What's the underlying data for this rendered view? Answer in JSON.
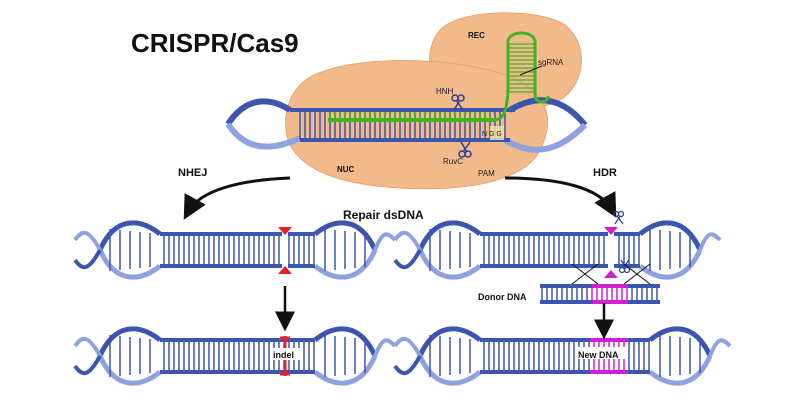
{
  "title": "CRISPR/Cas9",
  "protein": {
    "rec_label": "REC",
    "nuc_label": "NUC",
    "hnh_label": "HNH",
    "ruvc_label": "RuvC",
    "pam_label": "PAM",
    "sgrna_label": "sgRNA",
    "ngg_label": "N G G"
  },
  "pathways": {
    "nhej_label": "NHEJ",
    "hdr_label": "HDR",
    "repair_label": "Repair dsDNA",
    "indel_label": "indel",
    "donor_label": "Donor DNA",
    "new_dna_label": "New DNA"
  },
  "colors": {
    "protein_fill": "#f2b98a",
    "protein_edge": "#e8a56f",
    "dna_blue": "#3c56b0",
    "dna_light": "#8fa1de",
    "sgrna_green": "#3fb51f",
    "cut_red": "#e8202a",
    "donor_magenta": "#d21fd2",
    "scissors_blue": "#2b3f9a"
  },
  "icons": [
    "scissors-icon",
    "cut-arrow-icon",
    "down-arrow-icon"
  ]
}
